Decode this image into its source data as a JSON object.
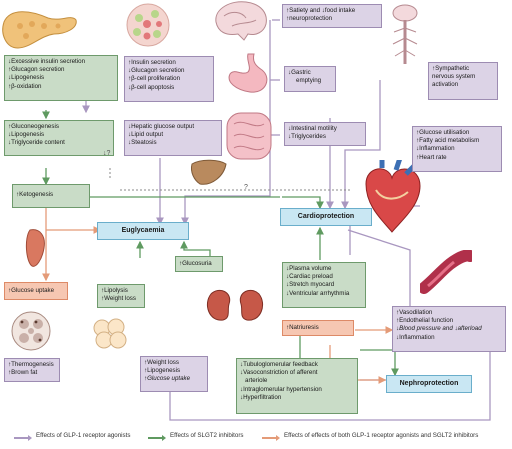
{
  "boxes": {
    "pancreas_glp1": [
      "↓Excessive insulin secretion",
      "↑Glucagon secretion",
      "↓Lipogenesis",
      "↑β-oxidation"
    ],
    "liver_sglt2": [
      "↑Gluconeogenesis",
      "↓Lipogenesis",
      "↓Triglyceride content"
    ],
    "ketogenesis": [
      "↑Ketogenesis"
    ],
    "glucose_uptake_muscle": [
      "↑Glucose uptake"
    ],
    "thermogenesis": [
      "↑Thermogenesis",
      "↑Brown fat"
    ],
    "pancreas_beta": [
      "↑Insulin secretion",
      "↓Glucagon secretion",
      "↑β-cell proliferation",
      "↓β-cell apoptosis"
    ],
    "hepatic": [
      "↓Hepatic glucose output",
      "↓Lipid output",
      "↓Steatosis"
    ],
    "brain": [
      "↑Satiety and ↓food intake",
      "↑neuroprotection"
    ],
    "gastric": [
      "↓Gastric",
      "emptying"
    ],
    "intestinal": [
      "↓Intestinal motility",
      "↓Triglycerides"
    ],
    "sympathetic": [
      "↑Sympathetic",
      "nervous system",
      "activation"
    ],
    "heart": [
      "↑Glucose utilisation",
      "↑Fatty acid metabolism",
      "↓Inflammation",
      "↑Heart rate"
    ],
    "lipolysis": [
      "↑Lipolysis",
      "↑Weight loss"
    ],
    "glucosuria": [
      "↑Glucosuria"
    ],
    "plasma": [
      "↓Plasma volume",
      "↓Cardiac preload",
      "↓Stretch myocard",
      "↓Ventricular arrhythmia"
    ],
    "natriuresis": [
      "↑Natriuresis"
    ],
    "vasodilation": [
      "↑Vasodilation",
      "↑Endothelial function",
      "↓Blood pressure and ↓afterload",
      "↓Inflammation"
    ],
    "weight_loss": [
      "↑Weight loss",
      "↑Lipogenesis",
      "↑Glucose uptake"
    ],
    "tubulo": [
      "↓Tubuloglomerular feedback",
      "↓Vasoconstriction of afferent",
      "arteriole",
      "↓Intraglomerular hypertension",
      "↓Hyperfiltration"
    ]
  },
  "outcomes": {
    "euglycaemia": "Euglycaemia",
    "cardioprotection": "Cardioprotection",
    "nephroprotection": "Nephroprotection"
  },
  "question_marks": [
    "?",
    "↓?"
  ],
  "legend": {
    "glp1": "Effects of GLP-1 receptor agonists",
    "sglt2": "Effects of SLGT2 inhibitors",
    "both": "Effects of effects of both GLP-1 receptor agonists and SGLT2 inhibitors"
  },
  "colors": {
    "glp1_box": "#dcd3e6",
    "sglt2_box": "#c9dcc7",
    "both_box": "#f6c7b2",
    "outcome_box": "#c9e7f3",
    "glp1_arrow": "#a997c0",
    "sglt2_arrow": "#5f9a60",
    "both_arrow": "#e49b78"
  }
}
